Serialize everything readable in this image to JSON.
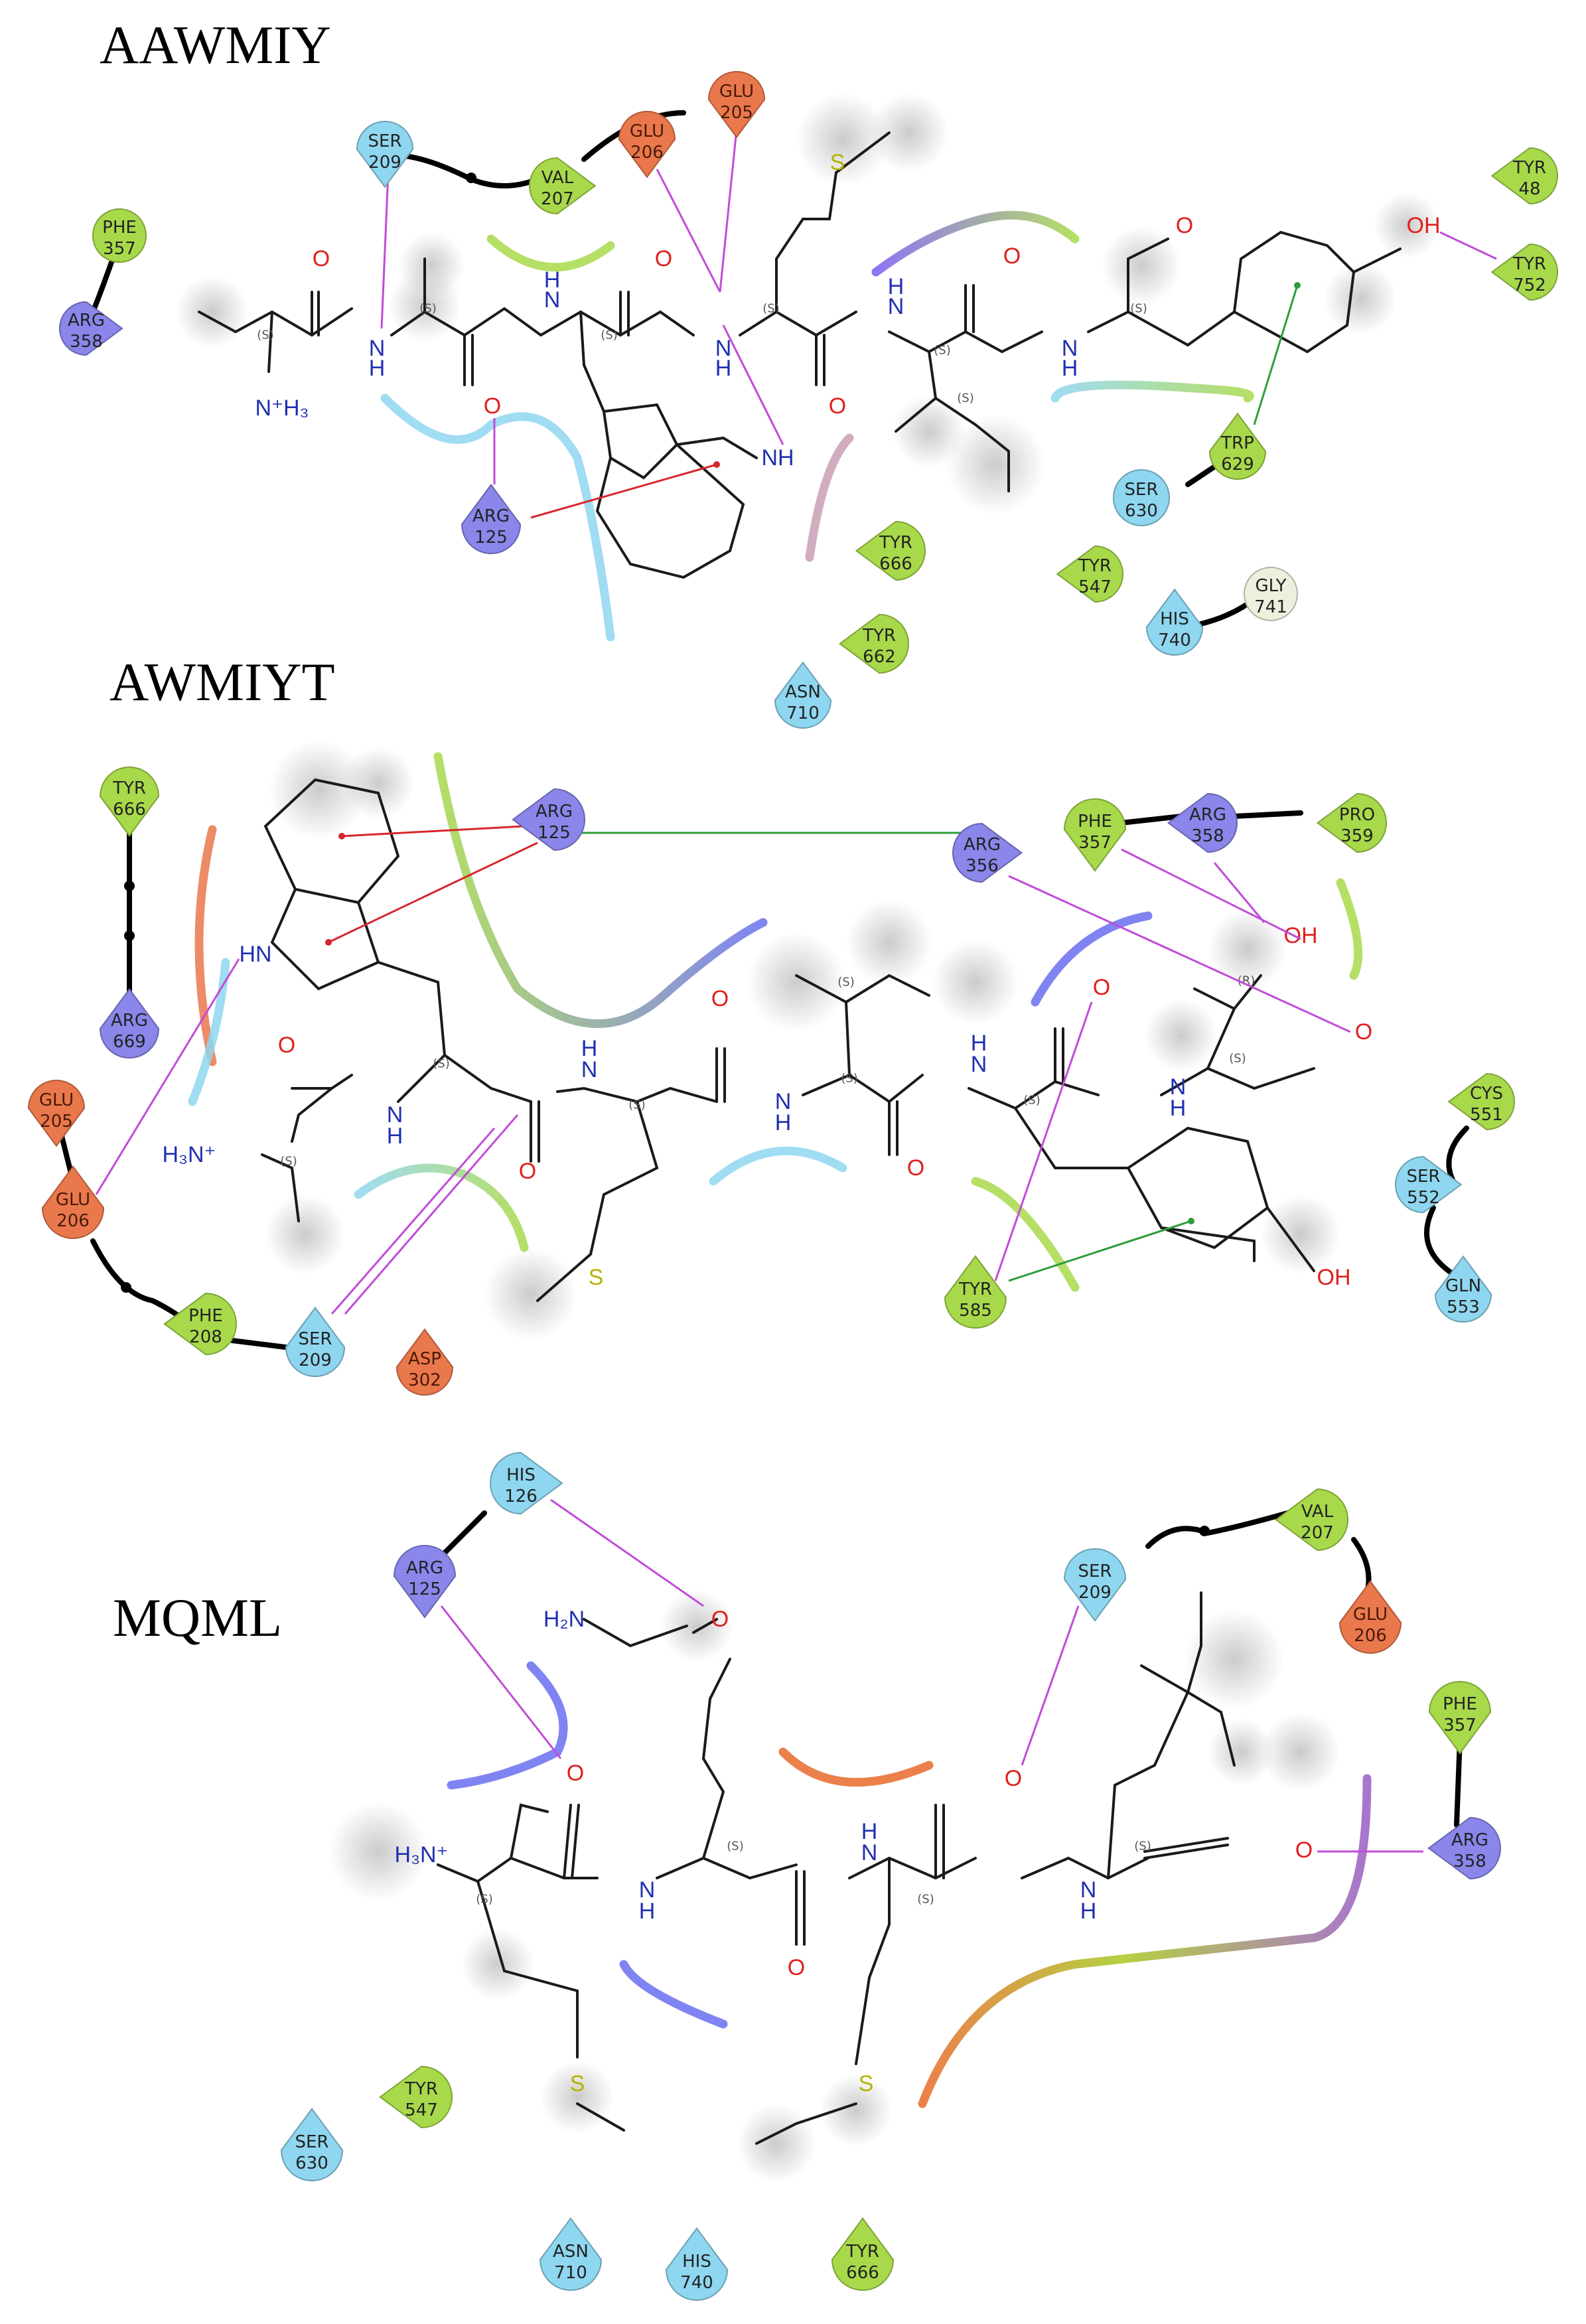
{
  "panels": [
    {
      "id": "p1",
      "title": "AAWMIY",
      "residues": [
        {
          "id": "phe357",
          "name": "PHE",
          "num": "357",
          "kind": "hydrophobic"
        },
        {
          "id": "arg358",
          "name": "ARG",
          "num": "358",
          "kind": "positive"
        },
        {
          "id": "ser209",
          "name": "SER",
          "num": "209",
          "kind": "polar"
        },
        {
          "id": "val207",
          "name": "VAL",
          "num": "207",
          "kind": "hydrophobic"
        },
        {
          "id": "glu206",
          "name": "GLU",
          "num": "206",
          "kind": "negative"
        },
        {
          "id": "glu205",
          "name": "GLU",
          "num": "205",
          "kind": "negative"
        },
        {
          "id": "tyr48",
          "name": "TYR",
          "num": "48",
          "kind": "hydrophobic"
        },
        {
          "id": "tyr752",
          "name": "TYR",
          "num": "752",
          "kind": "hydrophobic"
        },
        {
          "id": "arg125",
          "name": "ARG",
          "num": "125",
          "kind": "positive"
        },
        {
          "id": "trp629",
          "name": "TRP",
          "num": "629",
          "kind": "hydrophobic"
        },
        {
          "id": "ser630",
          "name": "SER",
          "num": "630",
          "kind": "polar"
        },
        {
          "id": "tyr666",
          "name": "TYR",
          "num": "666",
          "kind": "hydrophobic"
        },
        {
          "id": "tyr547",
          "name": "TYR",
          "num": "547",
          "kind": "hydrophobic"
        },
        {
          "id": "gly741",
          "name": "GLY",
          "num": "741",
          "kind": "glycine"
        },
        {
          "id": "his740",
          "name": "HIS",
          "num": "740",
          "kind": "polar"
        },
        {
          "id": "tyr662",
          "name": "TYR",
          "num": "662",
          "kind": "hydrophobic"
        },
        {
          "id": "asn710",
          "name": "ASN",
          "num": "710",
          "kind": "polar"
        }
      ],
      "atoms": [
        {
          "id": "a1",
          "text": "O",
          "color": "o"
        },
        {
          "id": "a2",
          "text": "N",
          "color": "n"
        },
        {
          "id": "a3",
          "text": "H",
          "color": "n"
        },
        {
          "id": "a4",
          "text": "N⁺H₃",
          "color": "n"
        },
        {
          "id": "a5",
          "text": "O",
          "color": "o"
        },
        {
          "id": "a6",
          "text": "N",
          "color": "n"
        },
        {
          "id": "a7",
          "text": "H",
          "color": "n"
        },
        {
          "id": "a8",
          "text": "O",
          "color": "o"
        },
        {
          "id": "a9",
          "text": "N",
          "color": "n"
        },
        {
          "id": "a10",
          "text": "H",
          "color": "n"
        },
        {
          "id": "a11",
          "text": "NH",
          "color": "n"
        },
        {
          "id": "a12",
          "text": "S",
          "color": "s"
        },
        {
          "id": "a13",
          "text": "O",
          "color": "o"
        },
        {
          "id": "a14",
          "text": "N",
          "color": "n"
        },
        {
          "id": "a15",
          "text": "H",
          "color": "n"
        },
        {
          "id": "a16",
          "text": "O",
          "color": "o"
        },
        {
          "id": "a17",
          "text": "N",
          "color": "n"
        },
        {
          "id": "a18",
          "text": "H",
          "color": "n"
        },
        {
          "id": "a19",
          "text": "O",
          "color": "o"
        },
        {
          "id": "a20",
          "text": "OH",
          "color": "o"
        }
      ],
      "stereo": [
        "(S)",
        "(S)",
        "(S)",
        "(S)",
        "(S)",
        "(S)",
        "(S)"
      ]
    },
    {
      "id": "p2",
      "title": "AWMIYT",
      "residues": [
        {
          "id": "tyr666",
          "name": "TYR",
          "num": "666",
          "kind": "hydrophobic"
        },
        {
          "id": "arg669",
          "name": "ARG",
          "num": "669",
          "kind": "positive"
        },
        {
          "id": "glu205",
          "name": "GLU",
          "num": "205",
          "kind": "negative"
        },
        {
          "id": "glu206",
          "name": "GLU",
          "num": "206",
          "kind": "negative"
        },
        {
          "id": "phe208",
          "name": "PHE",
          "num": "208",
          "kind": "hydrophobic"
        },
        {
          "id": "ser209",
          "name": "SER",
          "num": "209",
          "kind": "polar"
        },
        {
          "id": "asp302",
          "name": "ASP",
          "num": "302",
          "kind": "negative"
        },
        {
          "id": "arg125",
          "name": "ARG",
          "num": "125",
          "kind": "positive"
        },
        {
          "id": "arg356",
          "name": "ARG",
          "num": "356",
          "kind": "positive"
        },
        {
          "id": "phe357",
          "name": "PHE",
          "num": "357",
          "kind": "hydrophobic"
        },
        {
          "id": "arg358",
          "name": "ARG",
          "num": "358",
          "kind": "positive"
        },
        {
          "id": "pro359",
          "name": "PRO",
          "num": "359",
          "kind": "hydrophobic"
        },
        {
          "id": "cys551",
          "name": "CYS",
          "num": "551",
          "kind": "hydrophobic"
        },
        {
          "id": "ser552",
          "name": "SER",
          "num": "552",
          "kind": "polar"
        },
        {
          "id": "gln553",
          "name": "GLN",
          "num": "553",
          "kind": "polar"
        },
        {
          "id": "tyr585",
          "name": "TYR",
          "num": "585",
          "kind": "hydrophobic"
        }
      ],
      "atoms": [
        {
          "id": "b1",
          "text": "HN",
          "color": "n"
        },
        {
          "id": "b2",
          "text": "O",
          "color": "o"
        },
        {
          "id": "b3",
          "text": "H₃N⁺",
          "color": "n"
        },
        {
          "id": "b4",
          "text": "N",
          "color": "n"
        },
        {
          "id": "b5",
          "text": "H",
          "color": "n"
        },
        {
          "id": "b6",
          "text": "O",
          "color": "o"
        },
        {
          "id": "b7",
          "text": "H",
          "color": "n"
        },
        {
          "id": "b8",
          "text": "N",
          "color": "n"
        },
        {
          "id": "b9",
          "text": "S",
          "color": "s"
        },
        {
          "id": "b10",
          "text": "O",
          "color": "o"
        },
        {
          "id": "b11",
          "text": "N",
          "color": "n"
        },
        {
          "id": "b12",
          "text": "H",
          "color": "n"
        },
        {
          "id": "b13",
          "text": "O",
          "color": "o"
        },
        {
          "id": "b14",
          "text": "H",
          "color": "n"
        },
        {
          "id": "b15",
          "text": "N",
          "color": "n"
        },
        {
          "id": "b16",
          "text": "O",
          "color": "o"
        },
        {
          "id": "b17",
          "text": "N",
          "color": "n"
        },
        {
          "id": "b18",
          "text": "H",
          "color": "n"
        },
        {
          "id": "b19",
          "text": "OH",
          "color": "o"
        },
        {
          "id": "b20",
          "text": "O",
          "color": "o"
        },
        {
          "id": "b21",
          "text": "OH",
          "color": "o"
        }
      ],
      "stereo": [
        "(S)",
        "(S)",
        "(S)",
        "(S)",
        "(S)",
        "(S)",
        "(S)",
        "(R)"
      ]
    },
    {
      "id": "p3",
      "title": "MQML",
      "residues": [
        {
          "id": "his126",
          "name": "HIS",
          "num": "126",
          "kind": "polar"
        },
        {
          "id": "arg125",
          "name": "ARG",
          "num": "125",
          "kind": "positive"
        },
        {
          "id": "val207",
          "name": "VAL",
          "num": "207",
          "kind": "hydrophobic"
        },
        {
          "id": "ser209",
          "name": "SER",
          "num": "209",
          "kind": "polar"
        },
        {
          "id": "glu206",
          "name": "GLU",
          "num": "206",
          "kind": "negative"
        },
        {
          "id": "phe357",
          "name": "PHE",
          "num": "357",
          "kind": "hydrophobic"
        },
        {
          "id": "arg358",
          "name": "ARG",
          "num": "358",
          "kind": "positive"
        },
        {
          "id": "tyr547",
          "name": "TYR",
          "num": "547",
          "kind": "hydrophobic"
        },
        {
          "id": "ser630",
          "name": "SER",
          "num": "630",
          "kind": "polar"
        },
        {
          "id": "asn710",
          "name": "ASN",
          "num": "710",
          "kind": "polar"
        },
        {
          "id": "his740",
          "name": "HIS",
          "num": "740",
          "kind": "polar"
        },
        {
          "id": "tyr666",
          "name": "TYR",
          "num": "666",
          "kind": "hydrophobic"
        }
      ],
      "atoms": [
        {
          "id": "c1",
          "text": "H₂N",
          "color": "n"
        },
        {
          "id": "c2",
          "text": "O",
          "color": "o"
        },
        {
          "id": "c3",
          "text": "O",
          "color": "o"
        },
        {
          "id": "c4",
          "text": "H₃N⁺",
          "color": "n"
        },
        {
          "id": "c5",
          "text": "N",
          "color": "n"
        },
        {
          "id": "c6",
          "text": "H",
          "color": "n"
        },
        {
          "id": "c7",
          "text": "O",
          "color": "o"
        },
        {
          "id": "c8",
          "text": "H",
          "color": "n"
        },
        {
          "id": "c9",
          "text": "N",
          "color": "n"
        },
        {
          "id": "c10",
          "text": "O",
          "color": "o"
        },
        {
          "id": "c11",
          "text": "N",
          "color": "n"
        },
        {
          "id": "c12",
          "text": "H",
          "color": "n"
        },
        {
          "id": "c13",
          "text": "O",
          "color": "o"
        },
        {
          "id": "c14",
          "text": "S",
          "color": "s"
        },
        {
          "id": "c15",
          "text": "S",
          "color": "s"
        }
      ],
      "stereo": [
        "(S)",
        "(S)",
        "(S)",
        "(S)"
      ]
    }
  ],
  "colors": {
    "hydrophobic": "#a8d94a",
    "positive": "#8a86ea",
    "negative": "#e9784c",
    "polar": "#8fd6f0",
    "glycine": "#ecf0dc",
    "atom_o": "#e0201c",
    "atom_n": "#1f2fb0",
    "atom_s": "#b3b300",
    "hbond": "#c14bd8",
    "pistack": "#2e9d3a",
    "cation_pi": "#d8262c"
  }
}
